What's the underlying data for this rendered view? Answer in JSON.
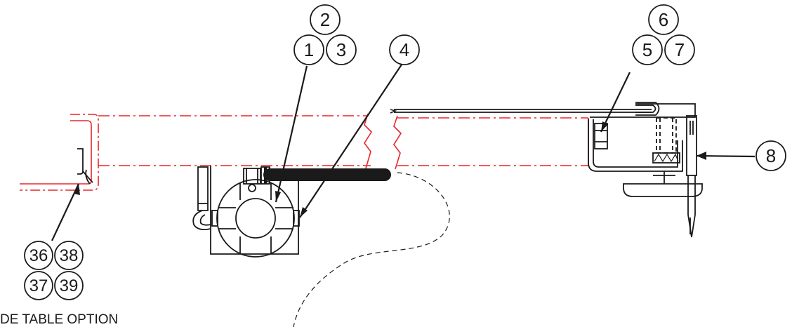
{
  "callouts": {
    "c1": "1",
    "c2": "2",
    "c3": "3",
    "c4": "4",
    "c5": "5",
    "c6": "6",
    "c7": "7",
    "c8": "8",
    "c36": "36",
    "c37": "37",
    "c38": "38",
    "c39": "39"
  },
  "caption": "DE TABLE OPTION",
  "colors": {
    "line": "#1a1a1a",
    "table_outline": "#e8262b"
  }
}
